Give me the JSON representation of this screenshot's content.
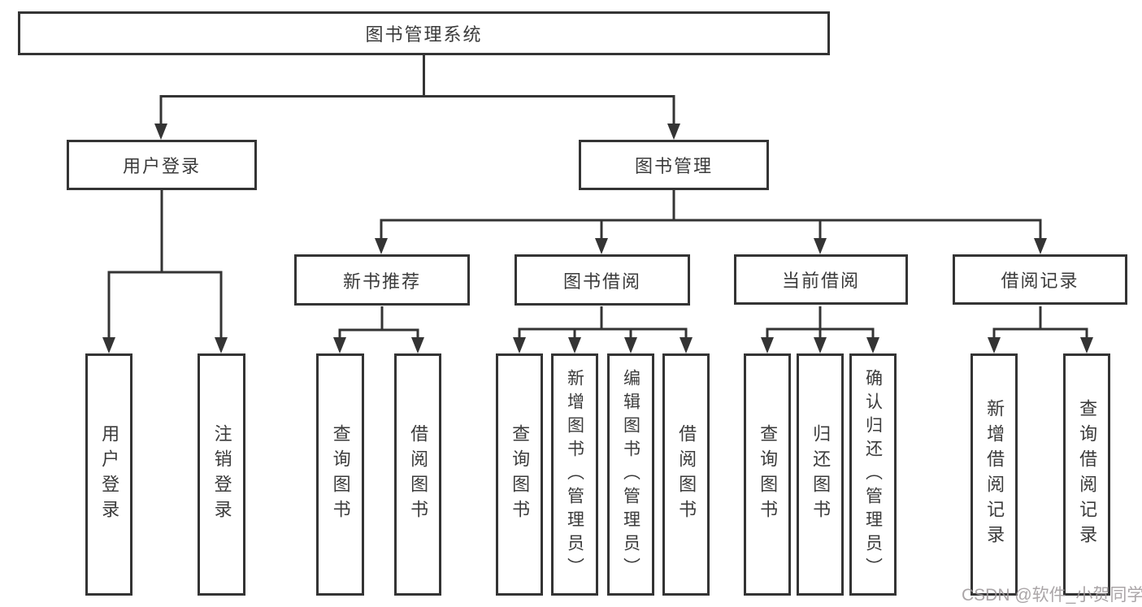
{
  "diagram": {
    "root": "图书管理系统",
    "branches": [
      {
        "label": "用户登录",
        "children": [
          "用户登录",
          "注销登录"
        ]
      },
      {
        "label": "图书管理",
        "groups": [
          {
            "label": "新书推荐",
            "children": [
              "查询图书",
              "借阅图书"
            ]
          },
          {
            "label": "图书借阅",
            "children": [
              "查询图书",
              "新增图书（管理员）",
              "编辑图书（管理员）",
              "借阅图书"
            ]
          },
          {
            "label": "当前借阅",
            "children": [
              "查询图书",
              "归还图书",
              "确认归还（管理员）"
            ]
          },
          {
            "label": "借阅记录",
            "children": [
              "新增借阅记录",
              "查询借阅记录"
            ]
          }
        ]
      }
    ]
  },
  "watermark": "CSDN @软件_小贺同学",
  "colors": {
    "line": "#343434",
    "text": "#3b3b3b",
    "watermark": "#9e989b",
    "background": "#ffffff"
  }
}
